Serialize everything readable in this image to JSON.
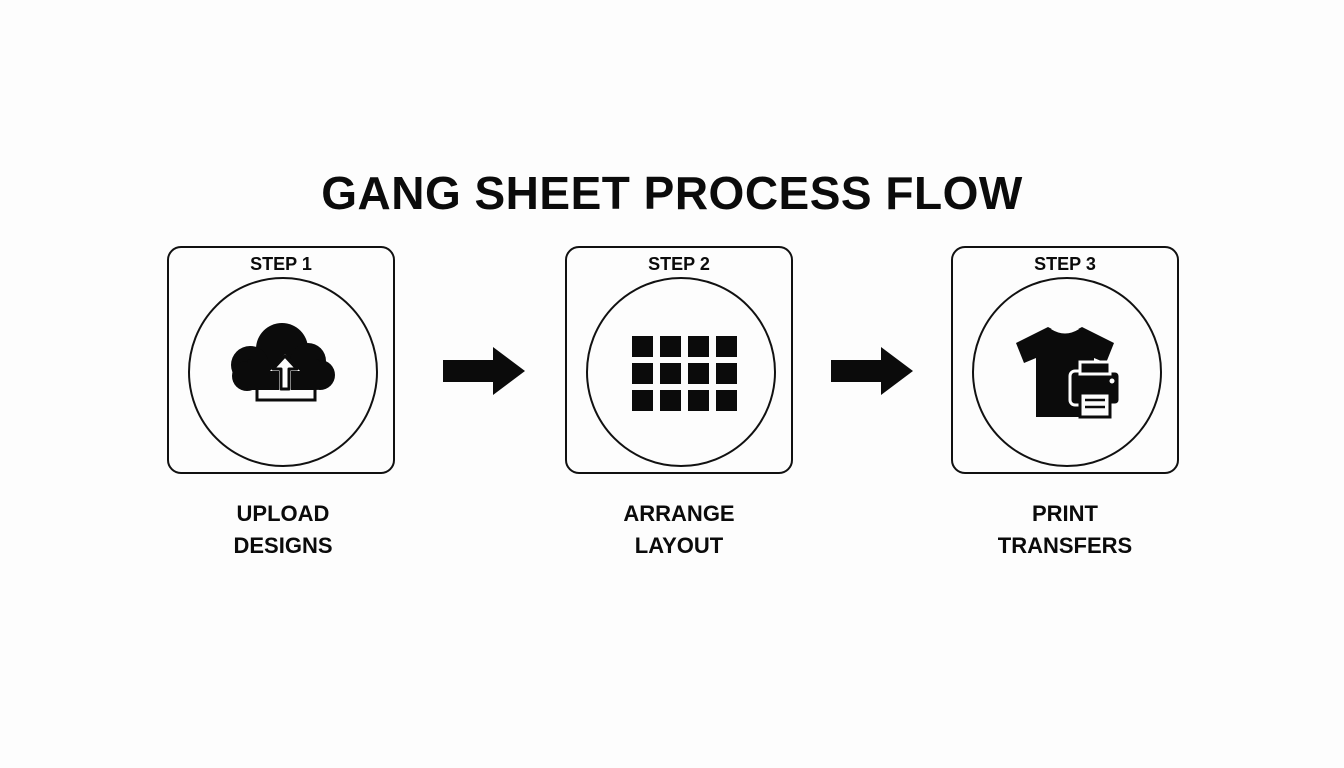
{
  "title": "GANG SHEET PROCESS FLOW",
  "steps": [
    {
      "label": "STEP 1",
      "caption_line1": "UPLOAD",
      "caption_line2": "DESIGNS",
      "icon": "cloud-upload-icon"
    },
    {
      "label": "STEP 2",
      "caption_line1": "ARRANGE",
      "caption_line2": "LAYOUT",
      "icon": "grid-layout-icon"
    },
    {
      "label": "STEP 3",
      "caption_line1": "PRINT",
      "caption_line2": "TRANSFERS",
      "icon": "tshirt-printer-icon"
    }
  ],
  "connectors": [
    "arrow-right-icon",
    "arrow-right-icon"
  ],
  "colors": {
    "background": "#fdfdfd",
    "ink": "#0b0b0b"
  }
}
